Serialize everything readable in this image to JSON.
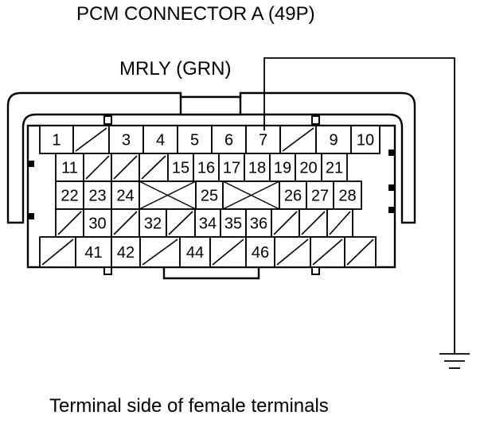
{
  "title": "PCM CONNECTOR A (49P)",
  "wire_label": "MRLY (GRN)",
  "caption": "Terminal side of female terminals",
  "connector": {
    "wired_terminal": "7",
    "rows": [
      [
        {
          "k": "n",
          "v": "1"
        },
        {
          "k": "x"
        },
        {
          "k": "n",
          "v": "3"
        },
        {
          "k": "n",
          "v": "4"
        },
        {
          "k": "n",
          "v": "5"
        },
        {
          "k": "n",
          "v": "6"
        },
        {
          "k": "n",
          "v": "7"
        },
        {
          "k": "x"
        },
        {
          "k": "n",
          "v": "9"
        },
        {
          "k": "n",
          "v": "10"
        }
      ],
      [
        {
          "k": "n",
          "v": "11"
        },
        {
          "k": "x"
        },
        {
          "k": "x"
        },
        {
          "k": "x"
        },
        {
          "k": "n",
          "v": "15"
        },
        {
          "k": "n",
          "v": "16"
        },
        {
          "k": "n",
          "v": "17"
        },
        {
          "k": "n",
          "v": "18"
        },
        {
          "k": "n",
          "v": "19"
        },
        {
          "k": "n",
          "v": "20"
        },
        {
          "k": "n",
          "v": "21"
        }
      ],
      [
        {
          "k": "n",
          "v": "22"
        },
        {
          "k": "n",
          "v": "23"
        },
        {
          "k": "n",
          "v": "24"
        },
        {
          "k": "bx"
        },
        {
          "k": "n",
          "v": "25"
        },
        {
          "k": "bx"
        },
        {
          "k": "n",
          "v": "26"
        },
        {
          "k": "n",
          "v": "27"
        },
        {
          "k": "n",
          "v": "28"
        }
      ],
      [
        {
          "k": "x"
        },
        {
          "k": "n",
          "v": "30"
        },
        {
          "k": "x"
        },
        {
          "k": "n",
          "v": "32"
        },
        {
          "k": "x"
        },
        {
          "k": "n",
          "v": "34"
        },
        {
          "k": "n",
          "v": "35"
        },
        {
          "k": "n",
          "v": "36"
        },
        {
          "k": "x"
        },
        {
          "k": "x"
        },
        {
          "k": "x"
        }
      ],
      [
        {
          "k": "x"
        },
        {
          "k": "n",
          "v": "41"
        },
        {
          "k": "n",
          "v": "42"
        },
        {
          "k": "x"
        },
        {
          "k": "n",
          "v": "44"
        },
        {
          "k": "x"
        },
        {
          "k": "n",
          "v": "46"
        },
        {
          "k": "x"
        },
        {
          "k": "x"
        },
        {
          "k": "x"
        }
      ]
    ]
  }
}
